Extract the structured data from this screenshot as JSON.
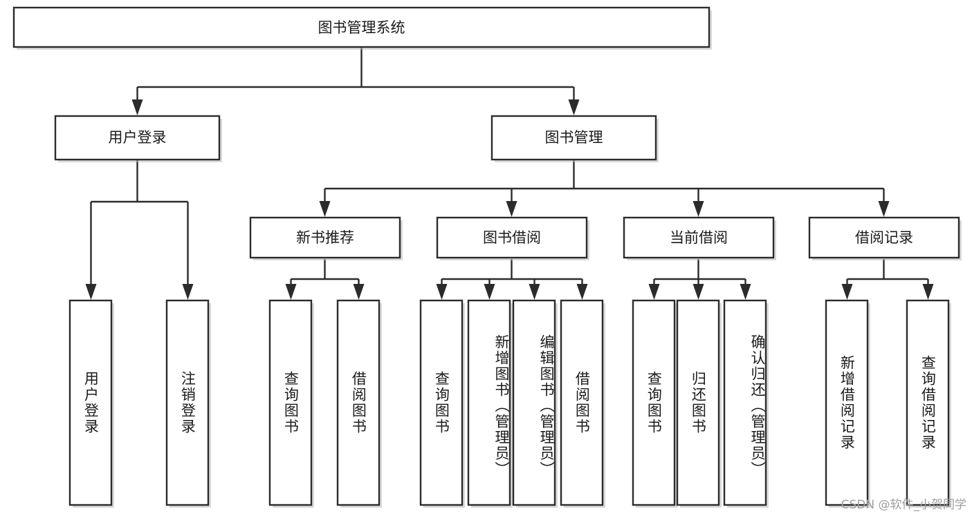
{
  "diagram": {
    "title": "图书管理系统",
    "type": "tree-hierarchy-diagram",
    "orientation": "top-down",
    "colors": {
      "box_stroke": "#2b2b2b",
      "box_fill": "#ffffff",
      "connector": "#2b2b2b",
      "text": "#1a1a1a",
      "background": "#ffffff",
      "watermark": "#9e9e9e"
    }
  },
  "root": {
    "label": "图书管理系统"
  },
  "level2": [
    {
      "id": "user-login",
      "label": "用户登录"
    },
    {
      "id": "book-management",
      "label": "图书管理"
    }
  ],
  "level3": [
    {
      "id": "new-book-recommend",
      "label": "新书推荐",
      "parent": "book-management"
    },
    {
      "id": "book-borrow",
      "label": "图书借阅",
      "parent": "book-management"
    },
    {
      "id": "current-borrow",
      "label": "当前借阅",
      "parent": "book-management"
    },
    {
      "id": "borrow-record",
      "label": "借阅记录",
      "parent": "book-management"
    }
  ],
  "leaves": {
    "user-login": [
      {
        "id": "leaf-user-login",
        "label": "用户登录"
      },
      {
        "id": "leaf-logout",
        "label": "注销登录"
      }
    ],
    "new-book-recommend": [
      {
        "id": "leaf-query-book-1",
        "label": "查询图书"
      },
      {
        "id": "leaf-borrow-book-1",
        "label": "借阅图书"
      }
    ],
    "book-borrow": [
      {
        "id": "leaf-query-book-2",
        "label": "查询图书"
      },
      {
        "id": "leaf-add-book",
        "label": "新增图书（管理员）"
      },
      {
        "id": "leaf-edit-book",
        "label": "编辑图书（管理员）"
      },
      {
        "id": "leaf-borrow-book-2",
        "label": "借阅图书"
      }
    ],
    "current-borrow": [
      {
        "id": "leaf-query-book-3",
        "label": "查询图书"
      },
      {
        "id": "leaf-return-book",
        "label": "归还图书"
      },
      {
        "id": "leaf-confirm-return",
        "label": "确认归还（管理员）"
      }
    ],
    "borrow-record": [
      {
        "id": "leaf-add-record",
        "label": "新增借阅记录"
      },
      {
        "id": "leaf-query-record",
        "label": "查询借阅记录"
      }
    ]
  },
  "watermark": {
    "text": "CSDN @软件_小贺同学"
  }
}
